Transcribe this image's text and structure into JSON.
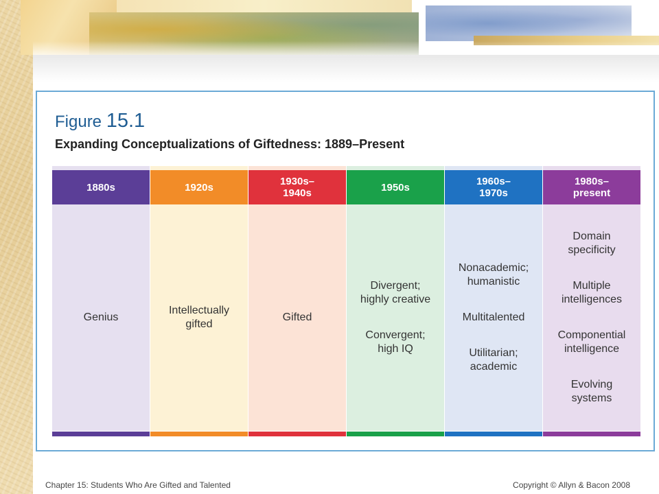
{
  "figure": {
    "label_prefix": "Figure",
    "label_number": "15.1",
    "title": "Expanding Conceptualizations of Giftedness: 1889–Present"
  },
  "columns": [
    {
      "header": "1880s",
      "entries": [
        "Genius"
      ],
      "head_color": "#5b3e97",
      "body_color": "#e6e0f0",
      "foot_color": "#5b3e97"
    },
    {
      "header": "1920s",
      "entries": [
        "Intellectually\ngifted"
      ],
      "head_color": "#f28c28",
      "body_color": "#fdf2d5",
      "foot_color": "#f28c28"
    },
    {
      "header": "1930s–\n1940s",
      "entries": [
        "Gifted"
      ],
      "head_color": "#e0323c",
      "body_color": "#fce3d6",
      "foot_color": "#e0323c"
    },
    {
      "header": "1950s",
      "entries": [
        "Divergent;\nhighly creative",
        "Convergent;\nhigh IQ"
      ],
      "head_color": "#1aa14a",
      "body_color": "#dcefe0",
      "foot_color": "#1aa14a"
    },
    {
      "header": "1960s–\n1970s",
      "entries": [
        "Nonacademic;\nhumanistic",
        "Multitalented",
        "Utilitarian;\nacademic"
      ],
      "head_color": "#1f72c2",
      "body_color": "#dfe6f4",
      "foot_color": "#1f72c2"
    },
    {
      "header": "1980s–\npresent",
      "entries": [
        "Domain\nspecificity",
        "Multiple\nintelligences",
        "Componential\nintelligence",
        "Evolving\nsystems"
      ],
      "head_color": "#8c3c9b",
      "body_color": "#e8dcee",
      "foot_color": "#8c3c9b"
    }
  ],
  "footer": {
    "chapter": "Chapter  15: Students Who Are Gifted and Talented",
    "copyright": "Copyright © Allyn & Bacon 2008"
  }
}
